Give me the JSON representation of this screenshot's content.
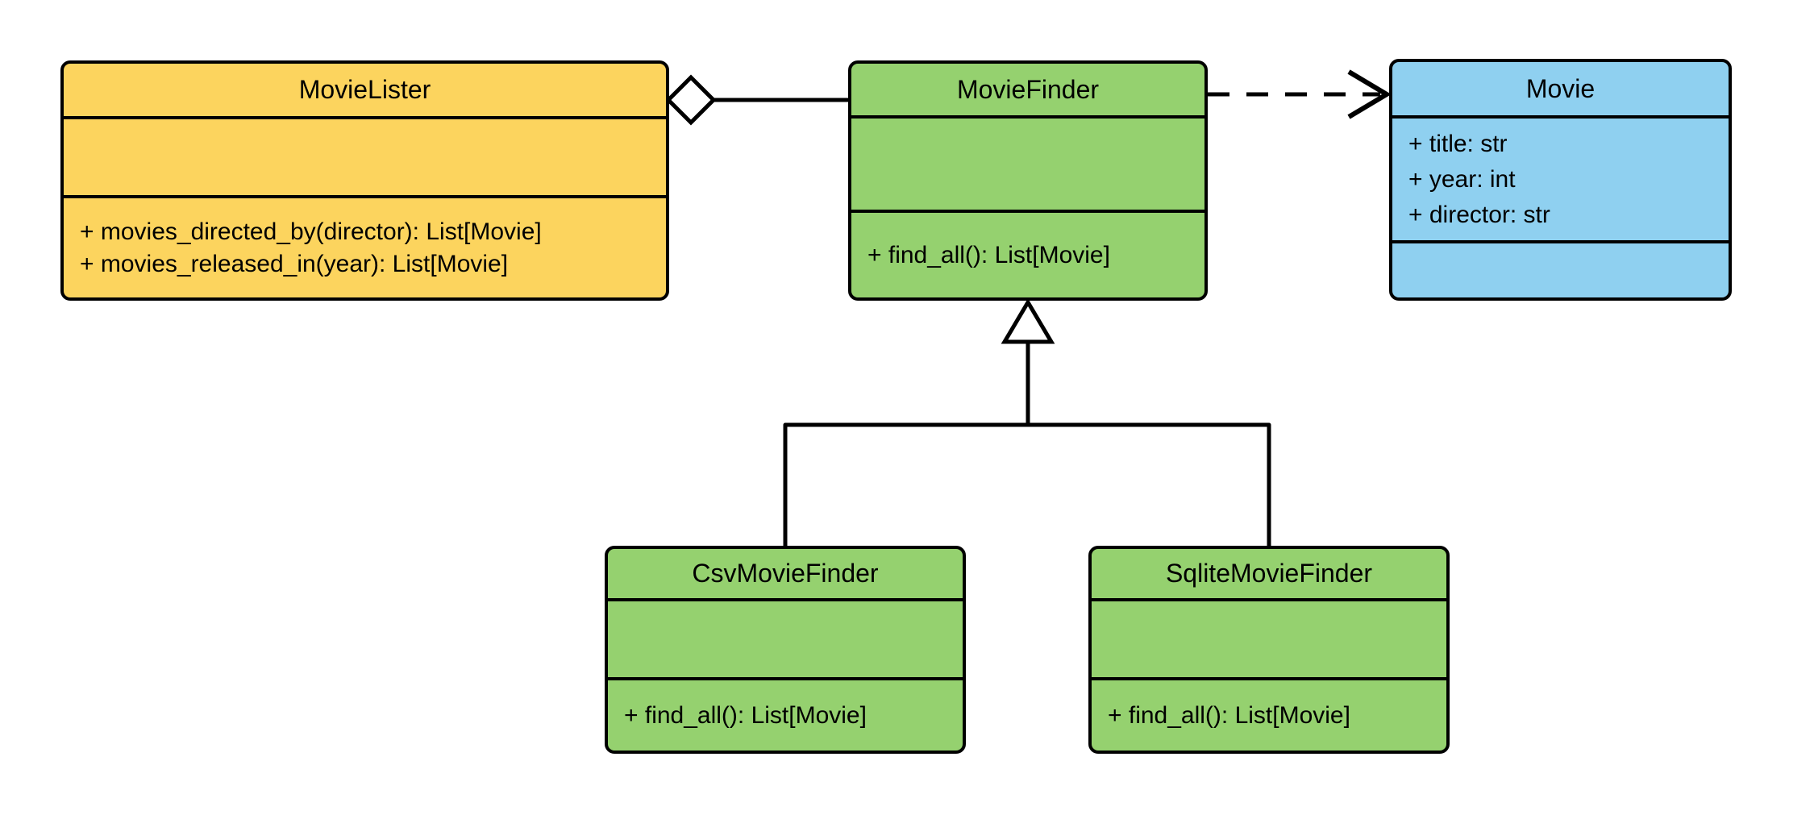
{
  "diagram": {
    "kind": "uml_class_diagram",
    "background": "#ffffff",
    "line_color": "#000000",
    "classes": {
      "movie_lister": {
        "name": "MovieLister",
        "fill": "#FCD45E",
        "attributes": [],
        "methods": [
          "+ movies_directed_by(director): List[Movie]",
          "+ movies_released_in(year): List[Movie]"
        ]
      },
      "movie_finder": {
        "name": "MovieFinder",
        "fill": "#95D16F",
        "attributes": [],
        "methods": [
          "+ find_all(): List[Movie]"
        ]
      },
      "movie": {
        "name": "Movie",
        "fill": "#8FD0F0",
        "attributes": [
          "+ title: str",
          "+ year: int",
          "+ director: str"
        ],
        "methods": []
      },
      "csv_movie_finder": {
        "name": "CsvMovieFinder",
        "fill": "#95D16F",
        "attributes": [],
        "methods": [
          "+ find_all(): List[Movie]"
        ]
      },
      "sqlite_movie_finder": {
        "name": "SqliteMovieFinder",
        "fill": "#95D16F",
        "attributes": [],
        "methods": [
          "+ find_all(): List[Movie]"
        ]
      }
    },
    "relationships": [
      {
        "type": "aggregation",
        "from": "MovieLister",
        "to": "MovieFinder",
        "marker": "hollow-diamond",
        "line": "solid"
      },
      {
        "type": "dependency",
        "from": "MovieFinder",
        "to": "Movie",
        "marker": "open-arrow",
        "line": "dashed"
      },
      {
        "type": "generalization",
        "from": "CsvMovieFinder",
        "to": "MovieFinder",
        "marker": "hollow-triangle",
        "line": "solid"
      },
      {
        "type": "generalization",
        "from": "SqliteMovieFinder",
        "to": "MovieFinder",
        "marker": "hollow-triangle",
        "line": "solid"
      }
    ]
  }
}
